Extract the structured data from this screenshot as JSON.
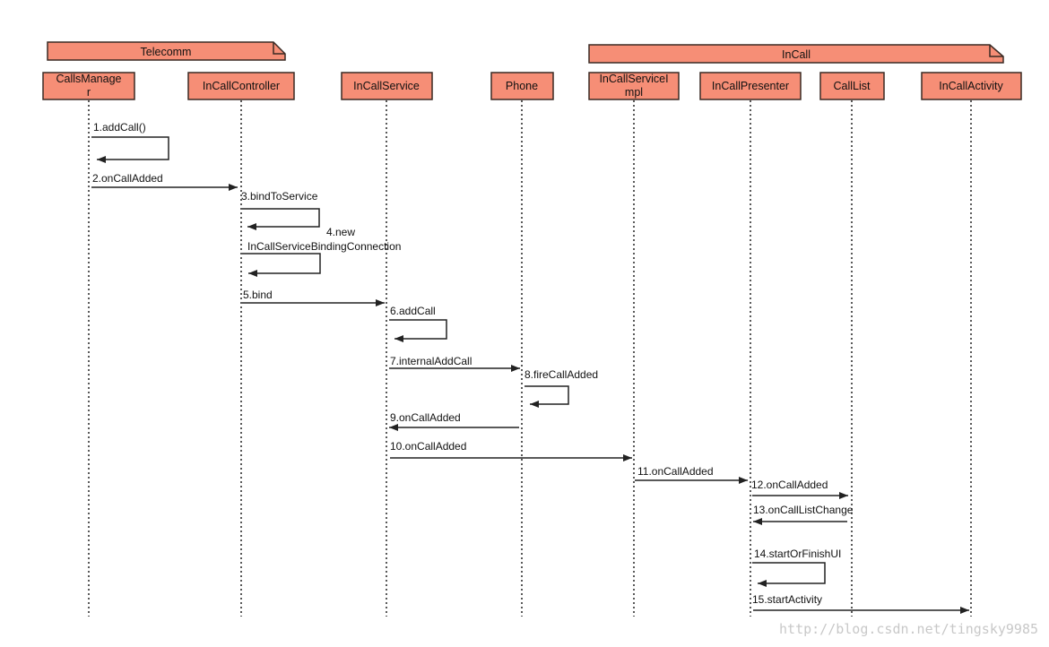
{
  "colors": {
    "box_fill": "#f68e76",
    "box_stroke": "#3a2a24",
    "line": "#222222",
    "watermark": "#c8c8c8"
  },
  "packages": [
    {
      "id": "telecomm",
      "label": "Telecomm"
    },
    {
      "id": "incall",
      "label": "InCall"
    }
  ],
  "participants": [
    {
      "id": "callsmanager",
      "lines": [
        "CallsManage",
        "r"
      ]
    },
    {
      "id": "incallcontroller",
      "lines": [
        "InCallController"
      ]
    },
    {
      "id": "incallservice",
      "lines": [
        "InCallService"
      ]
    },
    {
      "id": "phone",
      "lines": [
        "Phone"
      ]
    },
    {
      "id": "incallserviceimpl",
      "lines": [
        "InCallServiceI",
        "mpl"
      ]
    },
    {
      "id": "incallpresenter",
      "lines": [
        "InCallPresenter"
      ]
    },
    {
      "id": "calllist",
      "lines": [
        "CallList"
      ]
    },
    {
      "id": "incallactivity",
      "lines": [
        "InCallActivity"
      ]
    }
  ],
  "messages": [
    {
      "n": 1,
      "lines": [
        "1.addCall()"
      ]
    },
    {
      "n": 2,
      "lines": [
        "2.onCallAdded"
      ]
    },
    {
      "n": 3,
      "lines": [
        "3.bindToService"
      ]
    },
    {
      "n": 4,
      "lines": [
        "4.new",
        "InCallServiceBindingConnection"
      ]
    },
    {
      "n": 5,
      "lines": [
        "5.bind"
      ]
    },
    {
      "n": 6,
      "lines": [
        "6.addCall"
      ]
    },
    {
      "n": 7,
      "lines": [
        "7.internalAddCall"
      ]
    },
    {
      "n": 8,
      "lines": [
        "8.fireCallAdded"
      ]
    },
    {
      "n": 9,
      "lines": [
        "9.onCallAdded"
      ]
    },
    {
      "n": 10,
      "lines": [
        "10.onCallAdded"
      ]
    },
    {
      "n": 11,
      "lines": [
        "11.onCallAdded"
      ]
    },
    {
      "n": 12,
      "lines": [
        "12.onCallAdded"
      ]
    },
    {
      "n": 13,
      "lines": [
        "13.onCallListChange"
      ]
    },
    {
      "n": 14,
      "lines": [
        "14.startOrFinishUI"
      ]
    },
    {
      "n": 15,
      "lines": [
        "15.startActivity"
      ]
    }
  ],
  "watermark": "http://blog.csdn.net/tingsky9985"
}
